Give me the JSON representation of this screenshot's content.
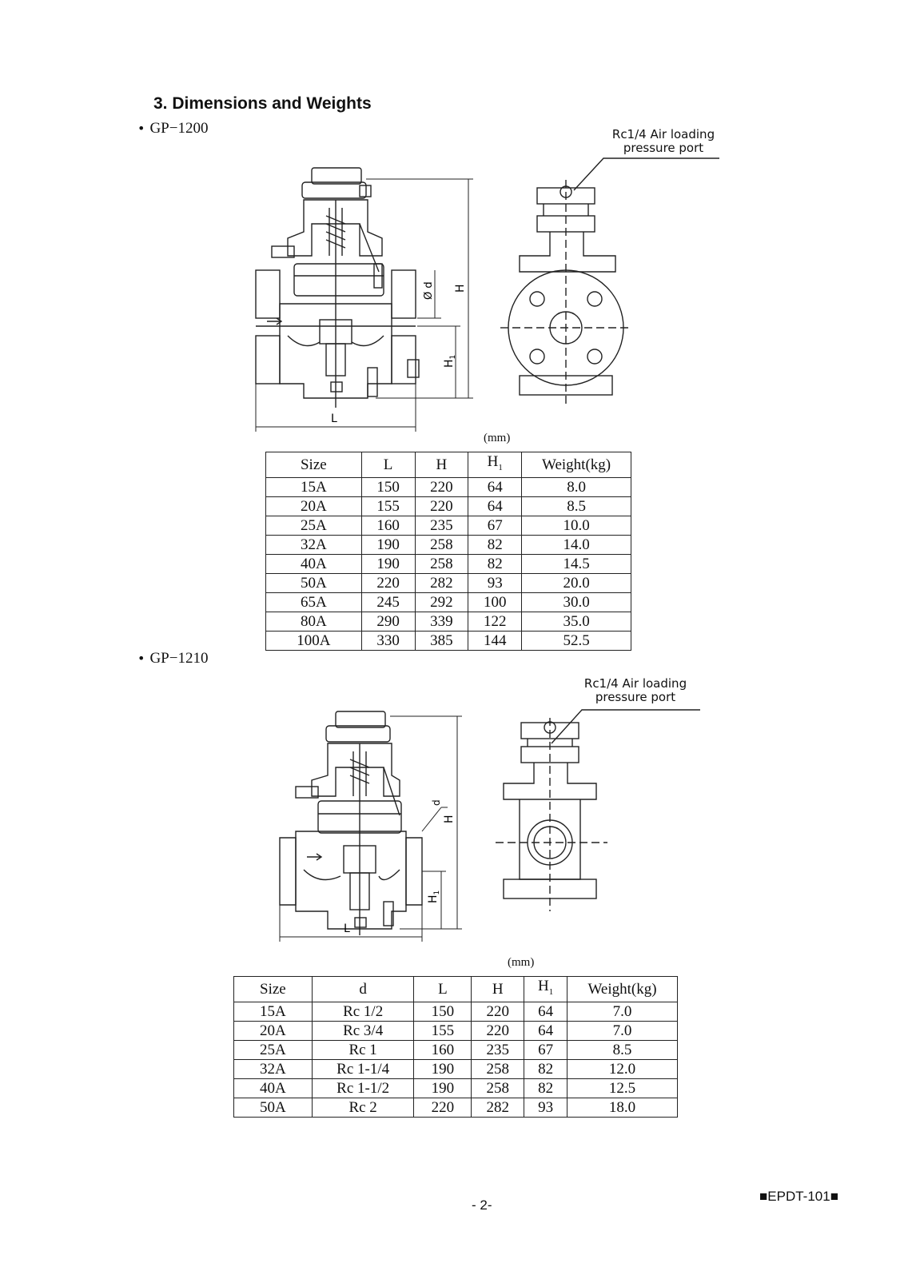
{
  "section_title": "3. Dimensions and Weights",
  "gp1200": {
    "model": "GP−1200",
    "callout_line1": "Rc1/4 Air loading",
    "callout_line2": "pressure port",
    "unit": "(mm)",
    "dim_labels": {
      "d": "Ø d",
      "H": "H",
      "H1": "H",
      "H1_sub": "1",
      "L": "L"
    },
    "table": {
      "headers": [
        "Size",
        "L",
        "H",
        "H",
        "Weight(kg)"
      ],
      "h1_sub": "1",
      "rows": [
        [
          "15A",
          "150",
          "220",
          "64",
          "8.0"
        ],
        [
          "20A",
          "155",
          "220",
          "64",
          "8.5"
        ],
        [
          "25A",
          "160",
          "235",
          "67",
          "10.0"
        ],
        [
          "32A",
          "190",
          "258",
          "82",
          "14.0"
        ],
        [
          "40A",
          "190",
          "258",
          "82",
          "14.5"
        ],
        [
          "50A",
          "220",
          "282",
          "93",
          "20.0"
        ],
        [
          "65A",
          "245",
          "292",
          "100",
          "30.0"
        ],
        [
          "80A",
          "290",
          "339",
          "122",
          "35.0"
        ],
        [
          "100A",
          "330",
          "385",
          "144",
          "52.5"
        ]
      ]
    }
  },
  "gp1210": {
    "model": "GP−1210",
    "callout_line1": "Rc1/4 Air loading",
    "callout_line2": "pressure port",
    "unit": "(mm)",
    "dim_labels": {
      "d": "d",
      "H": "H",
      "H1": "H",
      "H1_sub": "1",
      "L": "L"
    },
    "table": {
      "headers": [
        "Size",
        "d",
        "L",
        "H",
        "H",
        "Weight(kg)"
      ],
      "h1_sub": "1",
      "rows": [
        [
          "15A",
          "Rc 1/2",
          "150",
          "220",
          "64",
          "7.0"
        ],
        [
          "20A",
          "Rc 3/4",
          "155",
          "220",
          "64",
          "7.0"
        ],
        [
          "25A",
          "Rc 1",
          "160",
          "235",
          "67",
          "8.5"
        ],
        [
          "32A",
          "Rc 1-1/4",
          "190",
          "258",
          "82",
          "12.0"
        ],
        [
          "40A",
          "Rc 1-1/2",
          "190",
          "258",
          "82",
          "12.5"
        ],
        [
          "50A",
          "Rc 2",
          "220",
          "282",
          "93",
          "18.0"
        ]
      ]
    }
  },
  "footer": {
    "page_number": "- 2-",
    "doc_code": "■EPDT-101■"
  }
}
